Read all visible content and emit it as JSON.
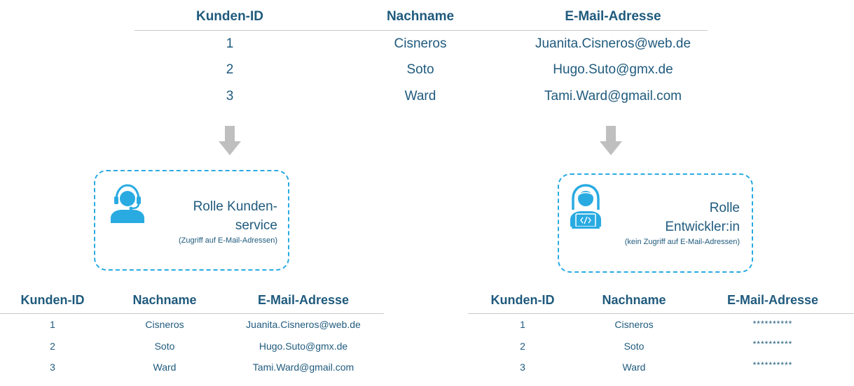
{
  "colors": {
    "text": "#1f5a7d",
    "accent": "#29abe2",
    "arrow": "#bfbfbf",
    "rule": "#c9c9c9"
  },
  "top_table": {
    "headers": [
      "Kunden-ID",
      "Nachname",
      "E-Mail-Adresse"
    ],
    "rows": [
      [
        "1",
        "Cisneros",
        "Juanita.Cisneros@web.de"
      ],
      [
        "2",
        "Soto",
        "Hugo.Suto@gmx.de"
      ],
      [
        "3",
        "Ward",
        "Tami.Ward@gmail.com"
      ]
    ]
  },
  "roles": [
    {
      "icon": "customer-service-headset-icon",
      "title_line1": "Rolle Kunden-",
      "title_line2": "service",
      "note": "(Zugriff auf E-Mail-Adressen)"
    },
    {
      "icon": "developer-laptop-icon",
      "title_line1": "Rolle",
      "title_line2": "Entwickler:in",
      "note": "(kein Zugriff auf E-Mail-Adressen)"
    }
  ],
  "bottom_tables": [
    {
      "headers": [
        "Kunden-ID",
        "Nachname",
        "E-Mail-Adresse"
      ],
      "rows": [
        [
          "1",
          "Cisneros",
          "Juanita.Cisneros@web.de"
        ],
        [
          "2",
          "Soto",
          "Hugo.Suto@gmx.de"
        ],
        [
          "3",
          "Ward",
          "Tami.Ward@gmail.com"
        ]
      ]
    },
    {
      "headers": [
        "Kunden-ID",
        "Nachname",
        "E-Mail-Adresse"
      ],
      "rows": [
        [
          "1",
          "Cisneros",
          "**********"
        ],
        [
          "2",
          "Soto",
          "**********"
        ],
        [
          "3",
          "Ward",
          "**********"
        ]
      ]
    }
  ]
}
